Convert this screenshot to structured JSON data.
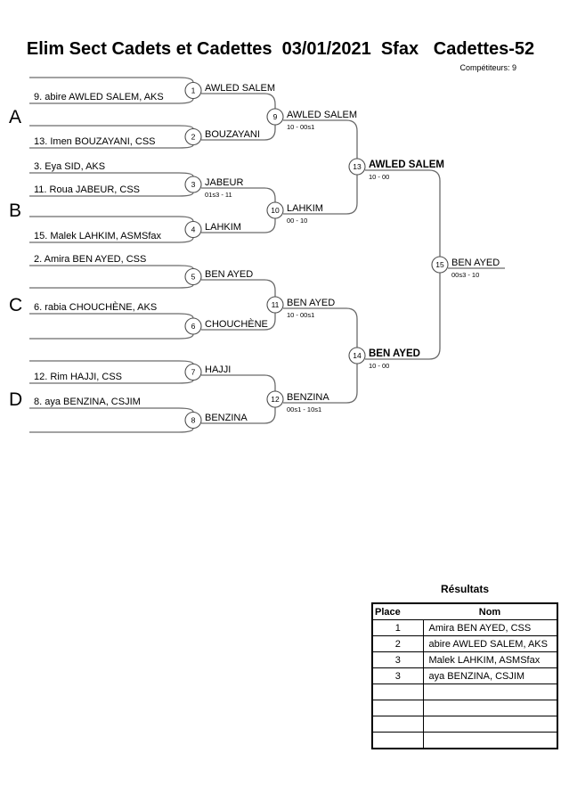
{
  "header": {
    "title": "Elim Sect Cadets et Cadettes  03/01/2021  Sfax   Cadettes-52",
    "competitors": "Compétiteurs: 9"
  },
  "groups": {
    "a": "A",
    "b": "B",
    "c": "C",
    "d": "D"
  },
  "entrants": {
    "awled_salem": "9. abire AWLED SALEM, AKS",
    "bouzayani": "13. Imen BOUZAYANI, CSS",
    "sid": "3. Eya SID, AKS",
    "jabeur": "11. Roua JABEUR, CSS",
    "lahkim": "15. Malek LAHKIM, ASMSfax",
    "ben_ayed": "2. Amira BEN AYED, CSS",
    "chouchene": "6. rabia CHOUCHÈNE, AKS",
    "hajji": "12. Rim HAJJI, CSS",
    "benzina": "8. aya BENZINA, CSJIM"
  },
  "matches": {
    "m1": {
      "no": "1",
      "winner": "AWLED SALEM",
      "score": ""
    },
    "m2": {
      "no": "2",
      "winner": "BOUZAYANI",
      "score": ""
    },
    "m3": {
      "no": "3",
      "winner": "JABEUR",
      "score": "01s3 - 11"
    },
    "m4": {
      "no": "4",
      "winner": "LAHKIM",
      "score": ""
    },
    "m5": {
      "no": "5",
      "winner": "BEN AYED",
      "score": ""
    },
    "m6": {
      "no": "6",
      "winner": "CHOUCHÈNE",
      "score": ""
    },
    "m7": {
      "no": "7",
      "winner": "HAJJI",
      "score": ""
    },
    "m8": {
      "no": "8",
      "winner": "BENZINA",
      "score": ""
    },
    "m9": {
      "no": "9",
      "winner": "AWLED SALEM",
      "score": "10 - 00s1"
    },
    "m10": {
      "no": "10",
      "winner": "LAHKIM",
      "score": "00 - 10"
    },
    "m11": {
      "no": "11",
      "winner": "BEN AYED",
      "score": "10 - 00s1"
    },
    "m12": {
      "no": "12",
      "winner": "BENZINA",
      "score": "00s1 - 10s1"
    },
    "m13": {
      "no": "13",
      "winner": "AWLED SALEM",
      "score": "10 - 00"
    },
    "m14": {
      "no": "14",
      "winner": "BEN AYED",
      "score": "10 - 00"
    },
    "m15": {
      "no": "15",
      "winner": "BEN AYED",
      "score": "00s3 - 10"
    }
  },
  "results": {
    "title": "Résultats",
    "headers": {
      "place": "Place",
      "nom": "Nom"
    },
    "rows": [
      {
        "place": "1",
        "nom": "Amira BEN AYED, CSS"
      },
      {
        "place": "2",
        "nom": "abire AWLED SALEM, AKS"
      },
      {
        "place": "3",
        "nom": "Malek LAHKIM, ASMSfax"
      },
      {
        "place": "3",
        "nom": "aya BENZINA, CSJIM"
      },
      {
        "place": "",
        "nom": ""
      },
      {
        "place": "",
        "nom": ""
      },
      {
        "place": "",
        "nom": ""
      },
      {
        "place": "",
        "nom": ""
      }
    ]
  }
}
